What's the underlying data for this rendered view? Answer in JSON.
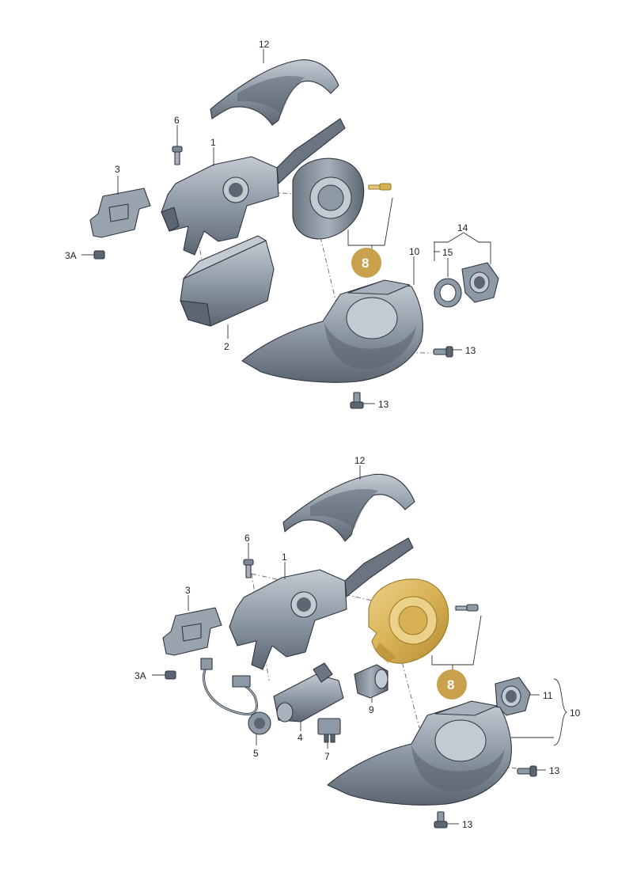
{
  "diagram": {
    "colors": {
      "part_fill": "#8e99a6",
      "part_dark": "#5c6672",
      "part_light": "#c3cad2",
      "highlight_fill": "#d8b154",
      "highlight_dark": "#b28a33",
      "callout_fill": "#c9a04c",
      "callout_text": "#ffffff"
    },
    "top_view": {
      "labels": {
        "l12": "12",
        "l6": "6",
        "l1": "1",
        "l3": "3",
        "l3a": "3A",
        "l2": "2",
        "l14": "14",
        "l15": "15",
        "l10": "10",
        "l13a": "13",
        "l13b": "13"
      },
      "callout": "8"
    },
    "bottom_view": {
      "labels": {
        "l12": "12",
        "l6": "6",
        "l1": "1",
        "l3": "3",
        "l3a": "3A",
        "l5": "5",
        "l4": "4",
        "l7": "7",
        "l9": "9",
        "l11": "11",
        "l10": "10",
        "l13a": "13",
        "l13b": "13"
      },
      "callout": "8"
    }
  }
}
